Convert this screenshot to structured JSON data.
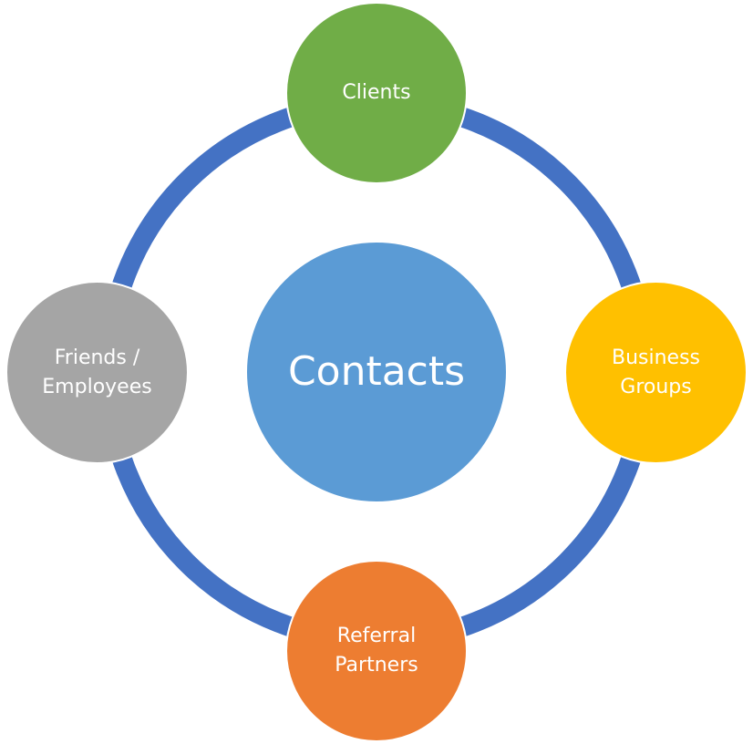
{
  "diagram": {
    "ring_color": "#4472C4",
    "center": {
      "label": "Contacts",
      "color": "#5B9BD5"
    },
    "nodes": [
      {
        "id": "top",
        "lines": [
          "Clients"
        ],
        "color": "#70AD47"
      },
      {
        "id": "right",
        "lines": [
          "Business",
          "Groups"
        ],
        "color": "#FFC000"
      },
      {
        "id": "bottom",
        "lines": [
          "Referral",
          "Partners"
        ],
        "color": "#ED7D31"
      },
      {
        "id": "left",
        "lines": [
          "Friends /",
          "Employees"
        ],
        "color": "#A5A5A5"
      }
    ]
  }
}
